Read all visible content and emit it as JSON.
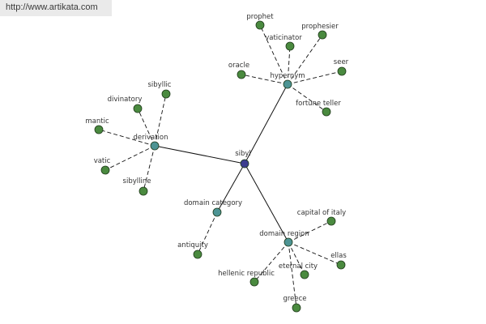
{
  "watermark": {
    "url": "http://www.artikata.com"
  },
  "graph": {
    "center": {
      "id": "sibyl",
      "label": "sibyl",
      "color": "#3d3d8f"
    },
    "hubColor": "#4d9494",
    "leafColor": "#4a8a3f",
    "hubs": [
      {
        "id": "hypernym",
        "label": "hypernym",
        "leaves": [
          {
            "id": "prophet",
            "label": "prophet"
          },
          {
            "id": "vaticinator",
            "label": "vaticinator"
          },
          {
            "id": "prophesier",
            "label": "prophesier"
          },
          {
            "id": "oracle",
            "label": "oracle"
          },
          {
            "id": "seer",
            "label": "seer"
          },
          {
            "id": "fortune-teller",
            "label": "fortune teller"
          }
        ]
      },
      {
        "id": "derivation",
        "label": "derivation",
        "leaves": [
          {
            "id": "sibyllic",
            "label": "sibyllic"
          },
          {
            "id": "divinatory",
            "label": "divinatory"
          },
          {
            "id": "mantic",
            "label": "mantic"
          },
          {
            "id": "vatic",
            "label": "vatic"
          },
          {
            "id": "sibylline",
            "label": "sibylline"
          }
        ]
      },
      {
        "id": "domain-category",
        "label": "domain category",
        "leaves": [
          {
            "id": "antiquity",
            "label": "antiquity"
          }
        ]
      },
      {
        "id": "domain-region",
        "label": "domain region",
        "leaves": [
          {
            "id": "capital-of-italy",
            "label": "capital of italy"
          },
          {
            "id": "ellas",
            "label": "ellas"
          },
          {
            "id": "eternal-city",
            "label": "eternal city"
          },
          {
            "id": "hellenic-republic",
            "label": "hellenic republic"
          },
          {
            "id": "greece",
            "label": "greece"
          }
        ]
      }
    ]
  }
}
